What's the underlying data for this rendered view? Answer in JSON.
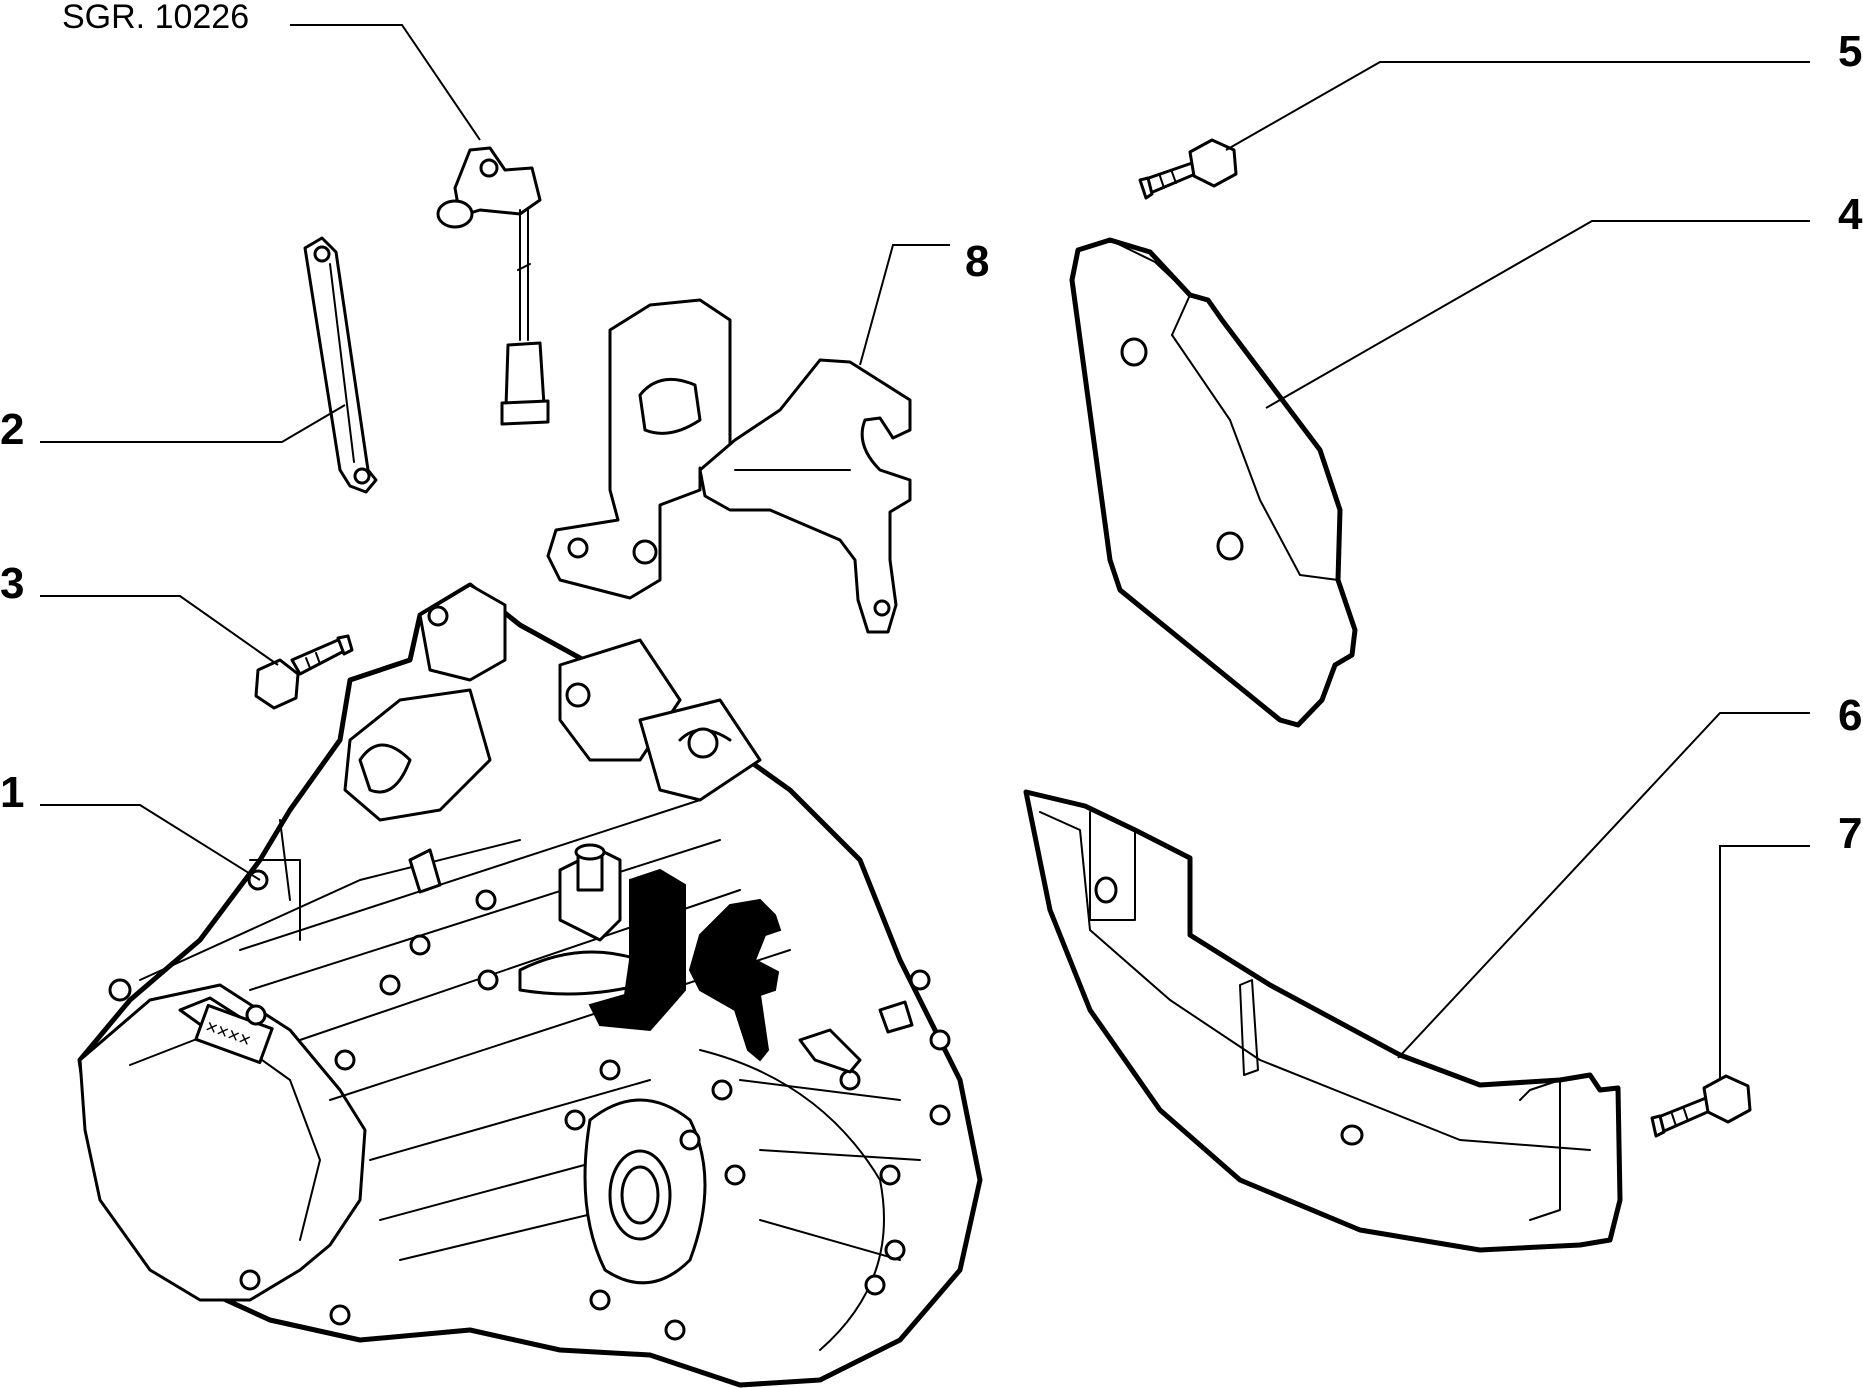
{
  "reference": "SGR. 10226",
  "callouts": [
    {
      "id": "1",
      "text": "1"
    },
    {
      "id": "2",
      "text": "2"
    },
    {
      "id": "3",
      "text": "3"
    },
    {
      "id": "4",
      "text": "4"
    },
    {
      "id": "5",
      "text": "5"
    },
    {
      "id": "6",
      "text": "6"
    },
    {
      "id": "7",
      "text": "7"
    },
    {
      "id": "8",
      "text": "8"
    }
  ],
  "cover_marking": "××××"
}
